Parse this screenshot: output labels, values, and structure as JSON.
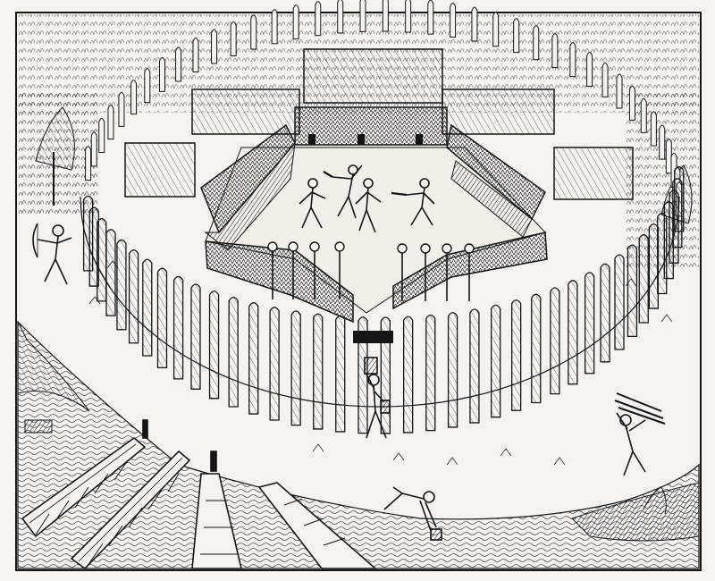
{
  "image": {
    "kind": "engraving",
    "palette": {
      "ink": "#151515",
      "paper": "#f4f3ee",
      "shade": "#3a3a3a"
    },
    "elements": [
      "palisade-fence",
      "longhouses",
      "central-plaza",
      "dancing-figures",
      "archer-figure",
      "water-carrier-figure",
      "wood-carrier-figure",
      "kneeling-figure",
      "canoes",
      "riverbank",
      "trees"
    ]
  }
}
